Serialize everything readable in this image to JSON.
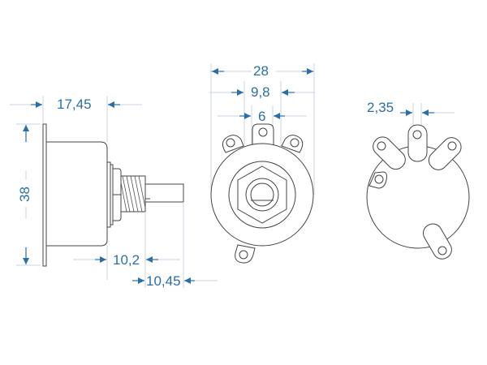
{
  "drawing": {
    "type": "potentiometer dimension drawing",
    "accent_color": "#2a6fa8",
    "line_color": "#444444",
    "guide_color": "#c9d6e2",
    "views": [
      "side-view",
      "front-view",
      "rear-view"
    ]
  },
  "dimensions": {
    "body_depth": "17,45",
    "body_height": "38",
    "bushing_length": "10,2",
    "shaft_length": "10,45",
    "overall_diameter": "28",
    "nut_width": "9,8",
    "shaft_diameter": "6",
    "terminal_width": "2,35"
  }
}
